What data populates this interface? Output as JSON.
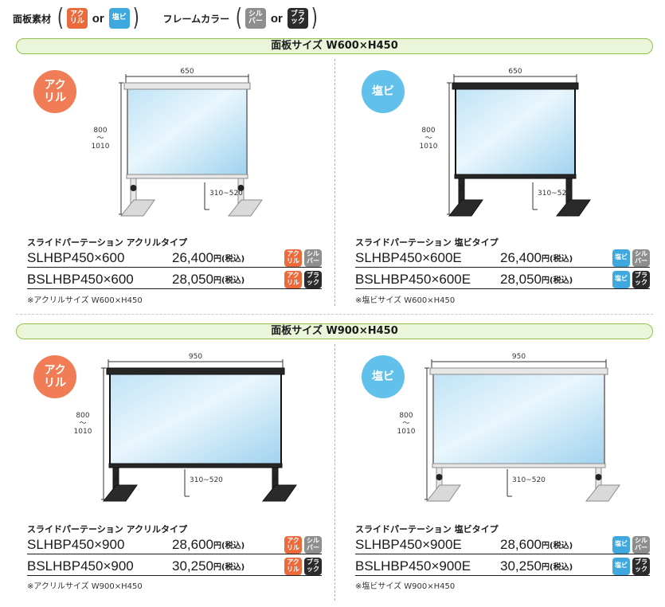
{
  "legend": {
    "panel_label": "面板素材",
    "panel_options": [
      "アク\nリル",
      "塩ビ"
    ],
    "frame_label": "フレームカラー",
    "frame_options": [
      "シル\nバー",
      "ブラ\nック"
    ],
    "or": "or"
  },
  "sections": [
    {
      "title": "面板サイズ W600×H450",
      "panels": [
        {
          "material": "アク\nリル",
          "dim_width": "650",
          "dim_height": "800\n〜\n1010",
          "dim_leg": "310~520",
          "subtitle": "スライドパーテーション アクリルタイプ",
          "products": [
            {
              "code": "SLHBP450×600",
              "price": "26,400",
              "unit": "円(税込)",
              "badges": [
                "アク\nリル",
                "シル\nバー"
              ]
            },
            {
              "code": "BSLHBP450×600",
              "price": "28,050",
              "unit": "円(税込)",
              "badges": [
                "アク\nリル",
                "ブラ\nック"
              ]
            }
          ],
          "note": "※アクリルサイズ W600×H450"
        },
        {
          "material": "塩ビ",
          "dim_width": "650",
          "dim_height": "800\n〜\n1010",
          "dim_leg": "310~520",
          "subtitle": "スライドパーテーション 塩ビタイプ",
          "products": [
            {
              "code": "SLHBP450×600E",
              "price": "26,400",
              "unit": "円(税込)",
              "badges": [
                "塩ビ",
                "シル\nバー"
              ]
            },
            {
              "code": "BSLHBP450×600E",
              "price": "28,050",
              "unit": "円(税込)",
              "badges": [
                "塩ビ",
                "ブラ\nック"
              ]
            }
          ],
          "note": "※塩ビサイズ W600×H450"
        }
      ]
    },
    {
      "title": "面板サイズ W900×H450",
      "panels": [
        {
          "material": "アク\nリル",
          "dim_width": "950",
          "dim_height": "800\n〜\n1010",
          "dim_leg": "310~520",
          "subtitle": "スライドパーテーション アクリルタイプ",
          "products": [
            {
              "code": "SLHBP450×900",
              "price": "28,600",
              "unit": "円(税込)",
              "badges": [
                "アク\nリル",
                "シル\nバー"
              ]
            },
            {
              "code": "BSLHBP450×900",
              "price": "30,250",
              "unit": "円(税込)",
              "badges": [
                "アク\nリル",
                "ブラ\nック"
              ]
            }
          ],
          "note": "※アクリルサイズ W900×H450"
        },
        {
          "material": "塩ビ",
          "dim_width": "950",
          "dim_height": "800\n〜\n1010",
          "dim_leg": "310~520",
          "subtitle": "スライドパーテーション 塩ビタイプ",
          "products": [
            {
              "code": "SLHBP450×900E",
              "price": "28,600",
              "unit": "円(税込)",
              "badges": [
                "塩ビ",
                "シル\nバー"
              ]
            },
            {
              "code": "BSLHBP450×900E",
              "price": "30,250",
              "unit": "円(税込)",
              "badges": [
                "塩ビ",
                "ブラ\nック"
              ]
            }
          ],
          "note": "※塩ビサイズ W900×H450"
        }
      ]
    }
  ],
  "colors": {
    "acrylic": "#ea6a3c",
    "pvc": "#3fa8df",
    "silver": "#8e8e8e",
    "black": "#2b2b2b",
    "band_bg": "#eaf5d9",
    "band_border": "#93c14f"
  }
}
